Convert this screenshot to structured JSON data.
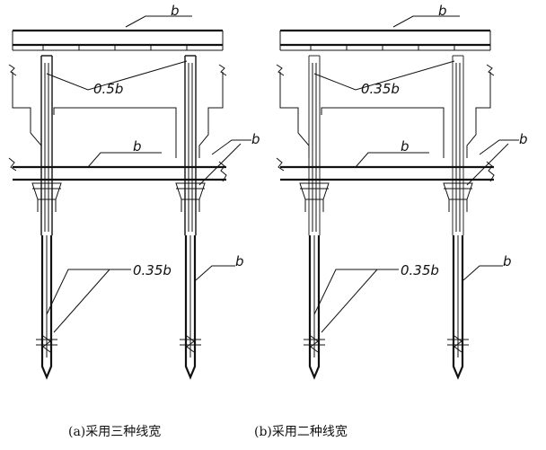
{
  "panels": [
    {
      "id": "a",
      "caption": "(a)采用三种线宽",
      "labels": {
        "top": "b",
        "pipe": "0.5b",
        "beam": "b",
        "right": "b",
        "pile_thin": "0.35b",
        "pile_thick": "b"
      }
    },
    {
      "id": "b",
      "caption": "(b)采用二种线宽",
      "labels": {
        "top": "b",
        "pipe": "0.35b",
        "beam": "b",
        "right": "b",
        "pile_thin": "0.35b",
        "pile_thick": "b"
      }
    }
  ]
}
